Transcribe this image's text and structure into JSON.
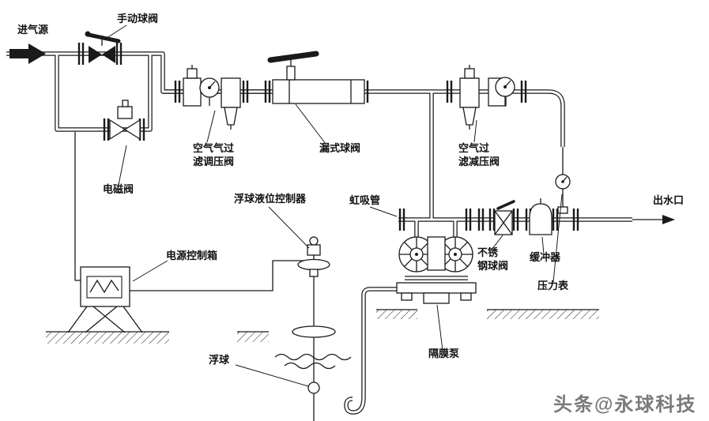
{
  "labels": {
    "air_source": "进气源",
    "manual_ball_valve": "手动球阀",
    "air_filter_regulator_line1": "空气气过",
    "air_filter_regulator_line2": "滤调压阀",
    "center_ball_valve": "漏式球阀",
    "air_filter_reducer_line1": "空气过",
    "air_filter_reducer_line2": "滤减压阀",
    "solenoid_valve": "电磁阀",
    "power_control_box": "电源控制箱",
    "float_level_controller": "浮球液位控制器",
    "siphon_tube": "虹吸管",
    "stainless_ball_valve_line1": "不锈",
    "stainless_ball_valve_line2": "钢球阀",
    "buffer": "缓冲器",
    "pressure_gauge": "压力表",
    "water_outlet": "出水口",
    "float_ball": "浮球",
    "diaphragm_pump": "隔膜泵"
  },
  "watermark": {
    "text": "头条@永球科技",
    "color": "#7a7a7a"
  },
  "colors": {
    "line": "#1a1a1a",
    "background": "#ffffff"
  }
}
